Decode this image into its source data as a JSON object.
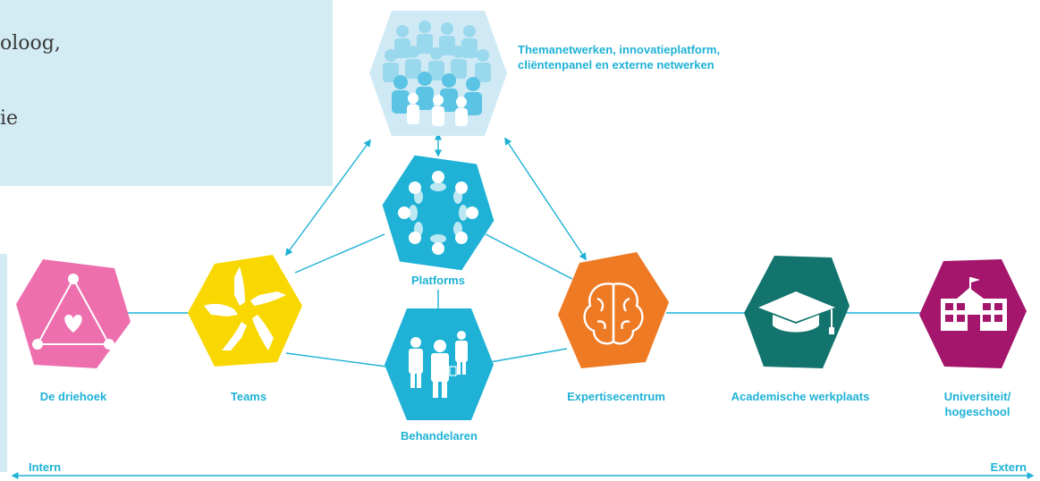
{
  "info_box": {
    "line1": "oloog,",
    "line2": "ie"
  },
  "nodes": {
    "networks": {
      "label_line1": "Themanetwerken, innovatieplatform,",
      "label_line2": "cliëntenpanel en externe netwerken",
      "icon": "people-crowd-icon",
      "color": "#5bc3e4"
    },
    "platforms": {
      "label": "Platforms",
      "icon": "people-circle-icon",
      "color": "#1fb2d6"
    },
    "behandelaren": {
      "label": "Behandelaren",
      "icon": "doctors-icon",
      "color": "#1fb2d6"
    },
    "driehoek": {
      "label": "De driehoek",
      "icon": "triangle-heart-icon",
      "color": "#ee6fae"
    },
    "teams": {
      "label": "Teams",
      "icon": "hands-icon",
      "color": "#f8d800"
    },
    "expertise": {
      "label": "Expertisecentrum",
      "icon": "brain-icon",
      "color": "#ee7a24"
    },
    "werkplaats": {
      "label": "Academische werkplaats",
      "icon": "graduation-cap-icon",
      "color": "#12746d"
    },
    "universiteit": {
      "label_line1": "Universiteit/",
      "label_line2": "hogeschool",
      "icon": "university-building-icon",
      "color": "#a4156c"
    }
  },
  "axis": {
    "left_label": "Intern",
    "right_label": "Extern",
    "color": "#1fb2d6"
  }
}
